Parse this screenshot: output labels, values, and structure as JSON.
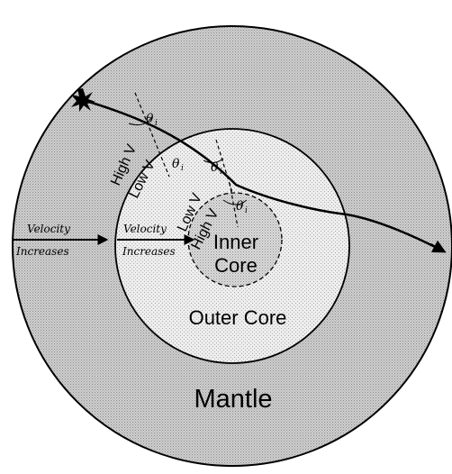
{
  "labels": {
    "mantle": "Mantle",
    "outer_core": "Outer Core",
    "inner_core_line1": "Inner",
    "inner_core_line2": "Core",
    "high_v": "High V",
    "low_v": "Low V",
    "velocity": "Velocity",
    "increases": "Increases",
    "theta_main": "θ",
    "theta_sub": "i"
  },
  "colors": {
    "line": "#000000",
    "mantle_fill": "#c4c4c4",
    "outer_core_fill": "#ebebeb",
    "inner_core_fill": "#d6d6d6",
    "background": "#ffffff"
  }
}
